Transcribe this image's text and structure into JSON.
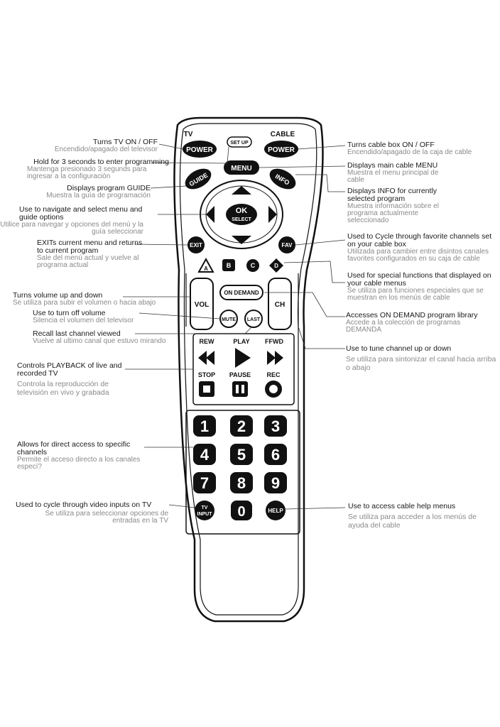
{
  "remote": {
    "tv_label": "TV",
    "cable_label": "CABLE",
    "power_tv": "POWER",
    "setup": "SET UP",
    "power_cable": "POWER",
    "guide": "GUIDE",
    "menu": "MENU",
    "info": "INFO",
    "ok": "OK",
    "select": "SELECT",
    "exit": "EXIT",
    "fav": "FAV",
    "a": "A",
    "b": "B",
    "c": "C",
    "d": "D",
    "vol": "VOL",
    "on_demand": "ON DEMAND",
    "ch": "CH",
    "mute": "MUTE",
    "last": "LAST",
    "rew": "REW",
    "play": "PLAY",
    "ffwd": "FFWD",
    "stop": "STOP",
    "pause": "PAUSE",
    "rec": "REC",
    "digits": [
      "1",
      "2",
      "3",
      "4",
      "5",
      "6",
      "7",
      "8",
      "9",
      "0"
    ],
    "tv_input_top": "TV",
    "tv_input_bottom": "INPUT",
    "help": "HELP"
  },
  "annotations_left": [
    {
      "en": "Turns TV ON / OFF",
      "es": "Encendido/apagado del televisor"
    },
    {
      "en": "Hold for 3 seconds to enter programming",
      "es": "Mantenga presionado 3 segunds para ingresar a la configuración"
    },
    {
      "en": "Displays program GUIDE",
      "es": "Muestra la guía de programación"
    },
    {
      "en": "Use to navigate and select menu and guide options",
      "es": "Utilice para navegar y opciones del menú y la guía seleccionar"
    },
    {
      "en": "EXITs current menu and returns to current program",
      "es": "Sale del menú actual y vuelve al programa actual"
    },
    {
      "en": "Turns volume up and down",
      "es": "Se utiliza para subir el volumen o hacia abajo"
    },
    {
      "en": "Use to turn off volume",
      "es": "Silencia el volumen del televisor"
    },
    {
      "en": "Recall last channel viewed",
      "es": "Vuelve al ultimo canal que estuvo mirando"
    },
    {
      "en": "Controls PLAYBACK of live and recorded TV",
      "es": "Controla la reproducción de televisión en vivo y grabada"
    },
    {
      "en": "Allows for direct access to specific channels",
      "es": "Permite el acceso directo a los canales especí?"
    },
    {
      "en": "Used to cycle through video inputs on TV",
      "es": "Se utiliza para seleccionar opciones de entradas en la TV"
    }
  ],
  "annotations_right": [
    {
      "en": "Turns cable box ON / OFF",
      "es": "Encendido/apagado de la caja de cable"
    },
    {
      "en": "Displays main cable MENU",
      "es": "Muestra el menu principal de cable"
    },
    {
      "en": "Displays INFO for currently selected program",
      "es": "Muestra información sobre el programa actualmente seleccionado"
    },
    {
      "en": "Used to Cycle through favorite channels set on your cable box",
      "es": "Utilizada para cambier entre disintos canales favorites configurados en su caja de cable"
    },
    {
      "en": "Used for special functions that displayed on your cable menus",
      "es": "Se utiliza para funciones especiales que se muestran en los menús de cable"
    },
    {
      "en": "Accesses ON DEMAND program library",
      "es": "Accede a la colección de programas DEMANDA"
    },
    {
      "en": "Use to tune channel up or down",
      "es": "Se utiliza para sintonizar el canal hacia arriba o abajo"
    },
    {
      "en": "Use to access cable help menus",
      "es": "Se utiliza para acceder a los menús de ayuda del cable"
    }
  ]
}
